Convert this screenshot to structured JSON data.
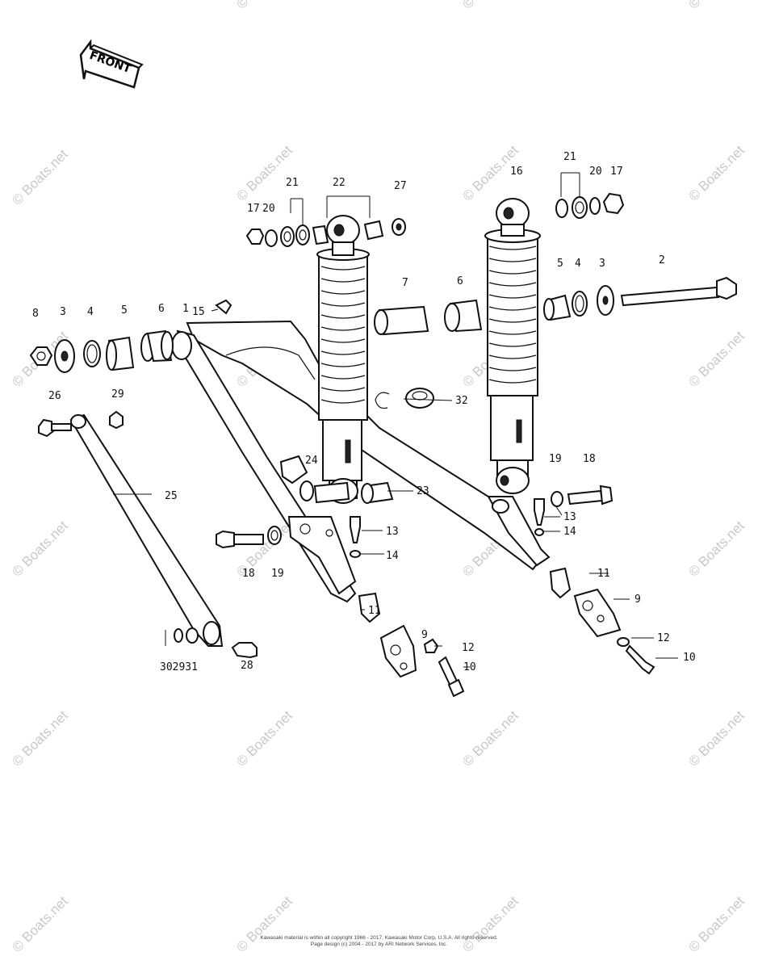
{
  "front_label": "FRONT",
  "watermark_text": "© Boats.net",
  "callouts": [
    {
      "id": "c8",
      "text": "8"
    },
    {
      "id": "c3a",
      "text": "3"
    },
    {
      "id": "c4a",
      "text": "4"
    },
    {
      "id": "c5a",
      "text": "5"
    },
    {
      "id": "c6a",
      "text": "6"
    },
    {
      "id": "c1",
      "text": "1"
    },
    {
      "id": "c15",
      "text": "15"
    },
    {
      "id": "c17a",
      "text": "17"
    },
    {
      "id": "c20a",
      "text": "20"
    },
    {
      "id": "c21a",
      "text": "21"
    },
    {
      "id": "c22",
      "text": "22"
    },
    {
      "id": "c27",
      "text": "27"
    },
    {
      "id": "c7",
      "text": "7"
    },
    {
      "id": "c6b",
      "text": "6"
    },
    {
      "id": "c16",
      "text": "16"
    },
    {
      "id": "c21b",
      "text": "21"
    },
    {
      "id": "c20b",
      "text": "20"
    },
    {
      "id": "c17b",
      "text": "17"
    },
    {
      "id": "c5b",
      "text": "5"
    },
    {
      "id": "c4b",
      "text": "4"
    },
    {
      "id": "c3b",
      "text": "3"
    },
    {
      "id": "c2",
      "text": "2"
    },
    {
      "id": "c32",
      "text": "32"
    },
    {
      "id": "c26a",
      "text": "26"
    },
    {
      "id": "c29",
      "text": "29"
    },
    {
      "id": "c25",
      "text": "25"
    },
    {
      "id": "c24",
      "text": "24"
    },
    {
      "id": "c23",
      "text": "23"
    },
    {
      "id": "c19a",
      "text": "19"
    },
    {
      "id": "c18a",
      "text": "18"
    },
    {
      "id": "c13a",
      "text": "13"
    },
    {
      "id": "c14a",
      "text": "14"
    },
    {
      "id": "c18b",
      "text": "18"
    },
    {
      "id": "c19b",
      "text": "19"
    },
    {
      "id": "c13b",
      "text": "13"
    },
    {
      "id": "c14b",
      "text": "14"
    },
    {
      "id": "c11a",
      "text": "11"
    },
    {
      "id": "c9a",
      "text": "9"
    },
    {
      "id": "c12a",
      "text": "12"
    },
    {
      "id": "c10a",
      "text": "10"
    },
    {
      "id": "c11b",
      "text": "11"
    },
    {
      "id": "c9b",
      "text": "9"
    },
    {
      "id": "c12b",
      "text": "12"
    },
    {
      "id": "c10b",
      "text": "10"
    },
    {
      "id": "c302931",
      "text": "302931"
    },
    {
      "id": "c28",
      "text": "28"
    }
  ],
  "copyright_line1": "Kawasaki material is within all copyright 1966 - 2017, Kawasaki Motor Corp, U.S.A. All rights reserved.",
  "copyright_line2": "Page design (c) 2004 - 2017 by ARI Network Services, Inc."
}
